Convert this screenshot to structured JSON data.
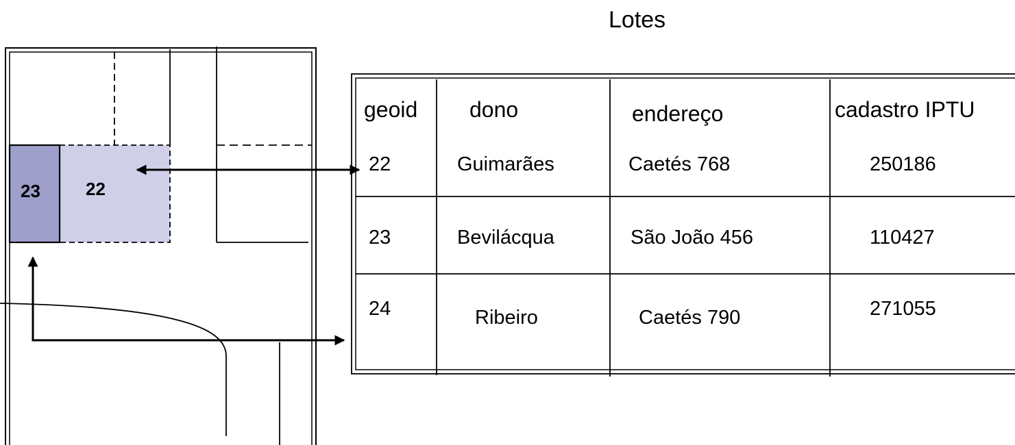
{
  "title": "Lotes",
  "map": {
    "lot_23_label": "23",
    "lot_22_label": "22",
    "colors": {
      "lot_23": "#9f9fcc",
      "lot_22": "#cfcfe8"
    }
  },
  "table": {
    "headers": [
      "geoid",
      "dono",
      "endereço",
      "cadastro IPTU"
    ],
    "rows": [
      [
        "22",
        "Guimarães",
        "Caetés  768",
        "250186"
      ],
      [
        "23",
        "Bevilácqua",
        "São João 456",
        "110427"
      ],
      [
        "24",
        "Ribeiro",
        "Caetés  790",
        "271055"
      ]
    ]
  }
}
